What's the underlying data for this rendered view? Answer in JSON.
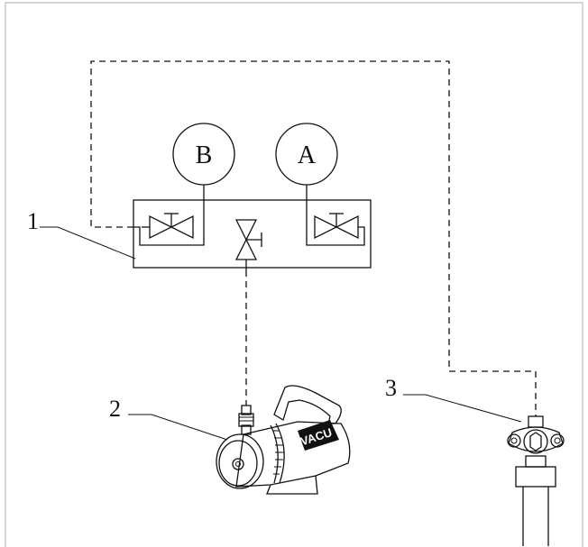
{
  "callouts": [
    {
      "id": "1",
      "text": "1"
    },
    {
      "id": "2",
      "text": "2"
    },
    {
      "id": "3",
      "text": "3"
    }
  ],
  "gauges": {
    "left": "B",
    "right": "A"
  },
  "pump": {
    "brand_text": "VACU"
  },
  "colors": {
    "line": "#111111",
    "frame": "#c8c8c8",
    "background": "#ffffff"
  }
}
